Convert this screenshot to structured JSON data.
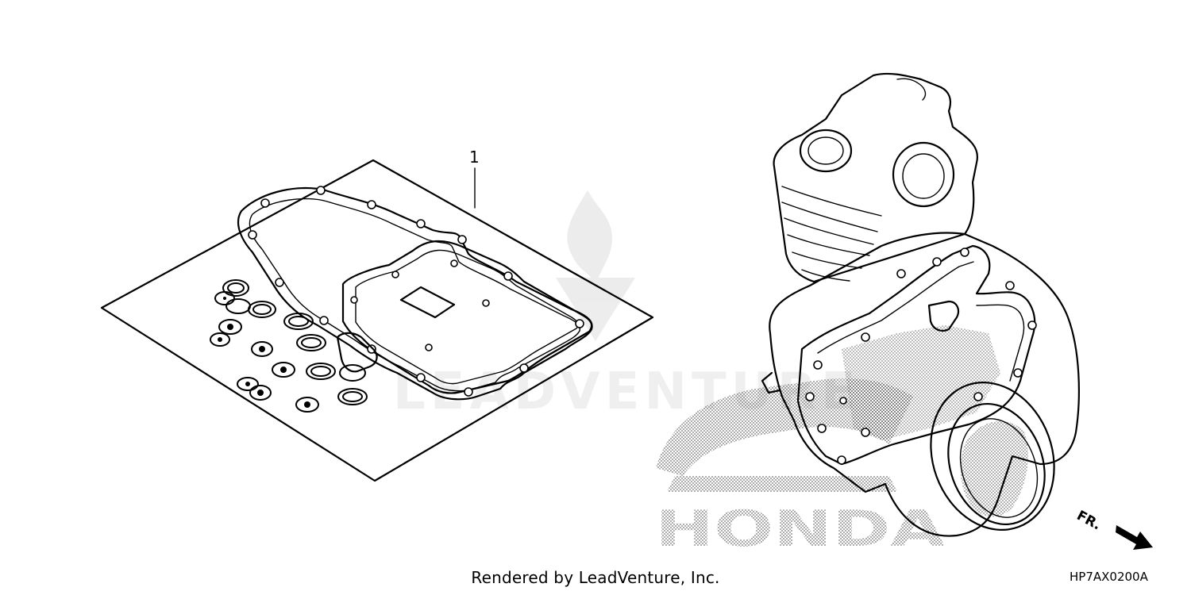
{
  "callouts": [
    {
      "number": "1"
    }
  ],
  "watermark": {
    "text": "LEADVENTURE",
    "logo_icon": "flame-logo-icon"
  },
  "brand_mark": {
    "text": "HONDA"
  },
  "footer": {
    "credit": "Rendered by LeadVenture, Inc.",
    "diagram_code": "HP7AX0200A"
  },
  "direction_indicator": {
    "label": "FR.",
    "icon": "arrow-down-right-icon"
  },
  "colors": {
    "line": "#000000",
    "background": "#ffffff",
    "watermark": "#e6e6e6"
  }
}
